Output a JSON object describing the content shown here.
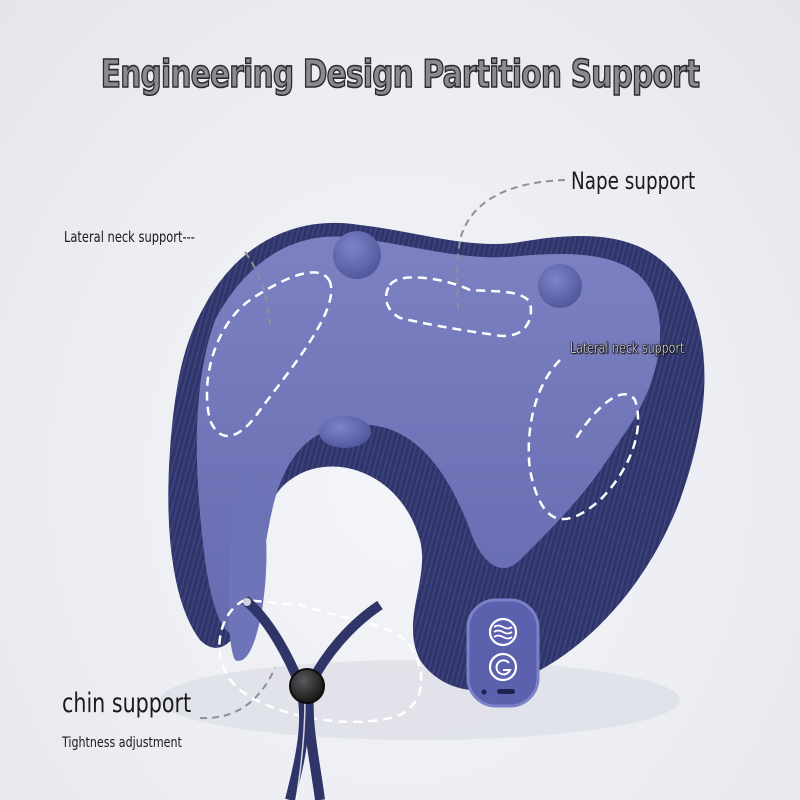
{
  "title": "Engineering Design Partition Support",
  "labels": {
    "lateral_left": "Lateral neck support---",
    "nape": "Nape support",
    "lateral_right": "Lateral neck support",
    "chin": "chin support",
    "tightness": "Tightness adjustment"
  },
  "product": {
    "name": "U-shaped neck massager pillow",
    "buttons": [
      {
        "icon": "heat-waves-icon"
      },
      {
        "icon": "power-icon"
      }
    ]
  },
  "colors": {
    "inner_fabric": "#6f74b6",
    "outer_fabric": "#2e3468",
    "title_fill": "#8a8b90",
    "background": "#eef0f4"
  }
}
